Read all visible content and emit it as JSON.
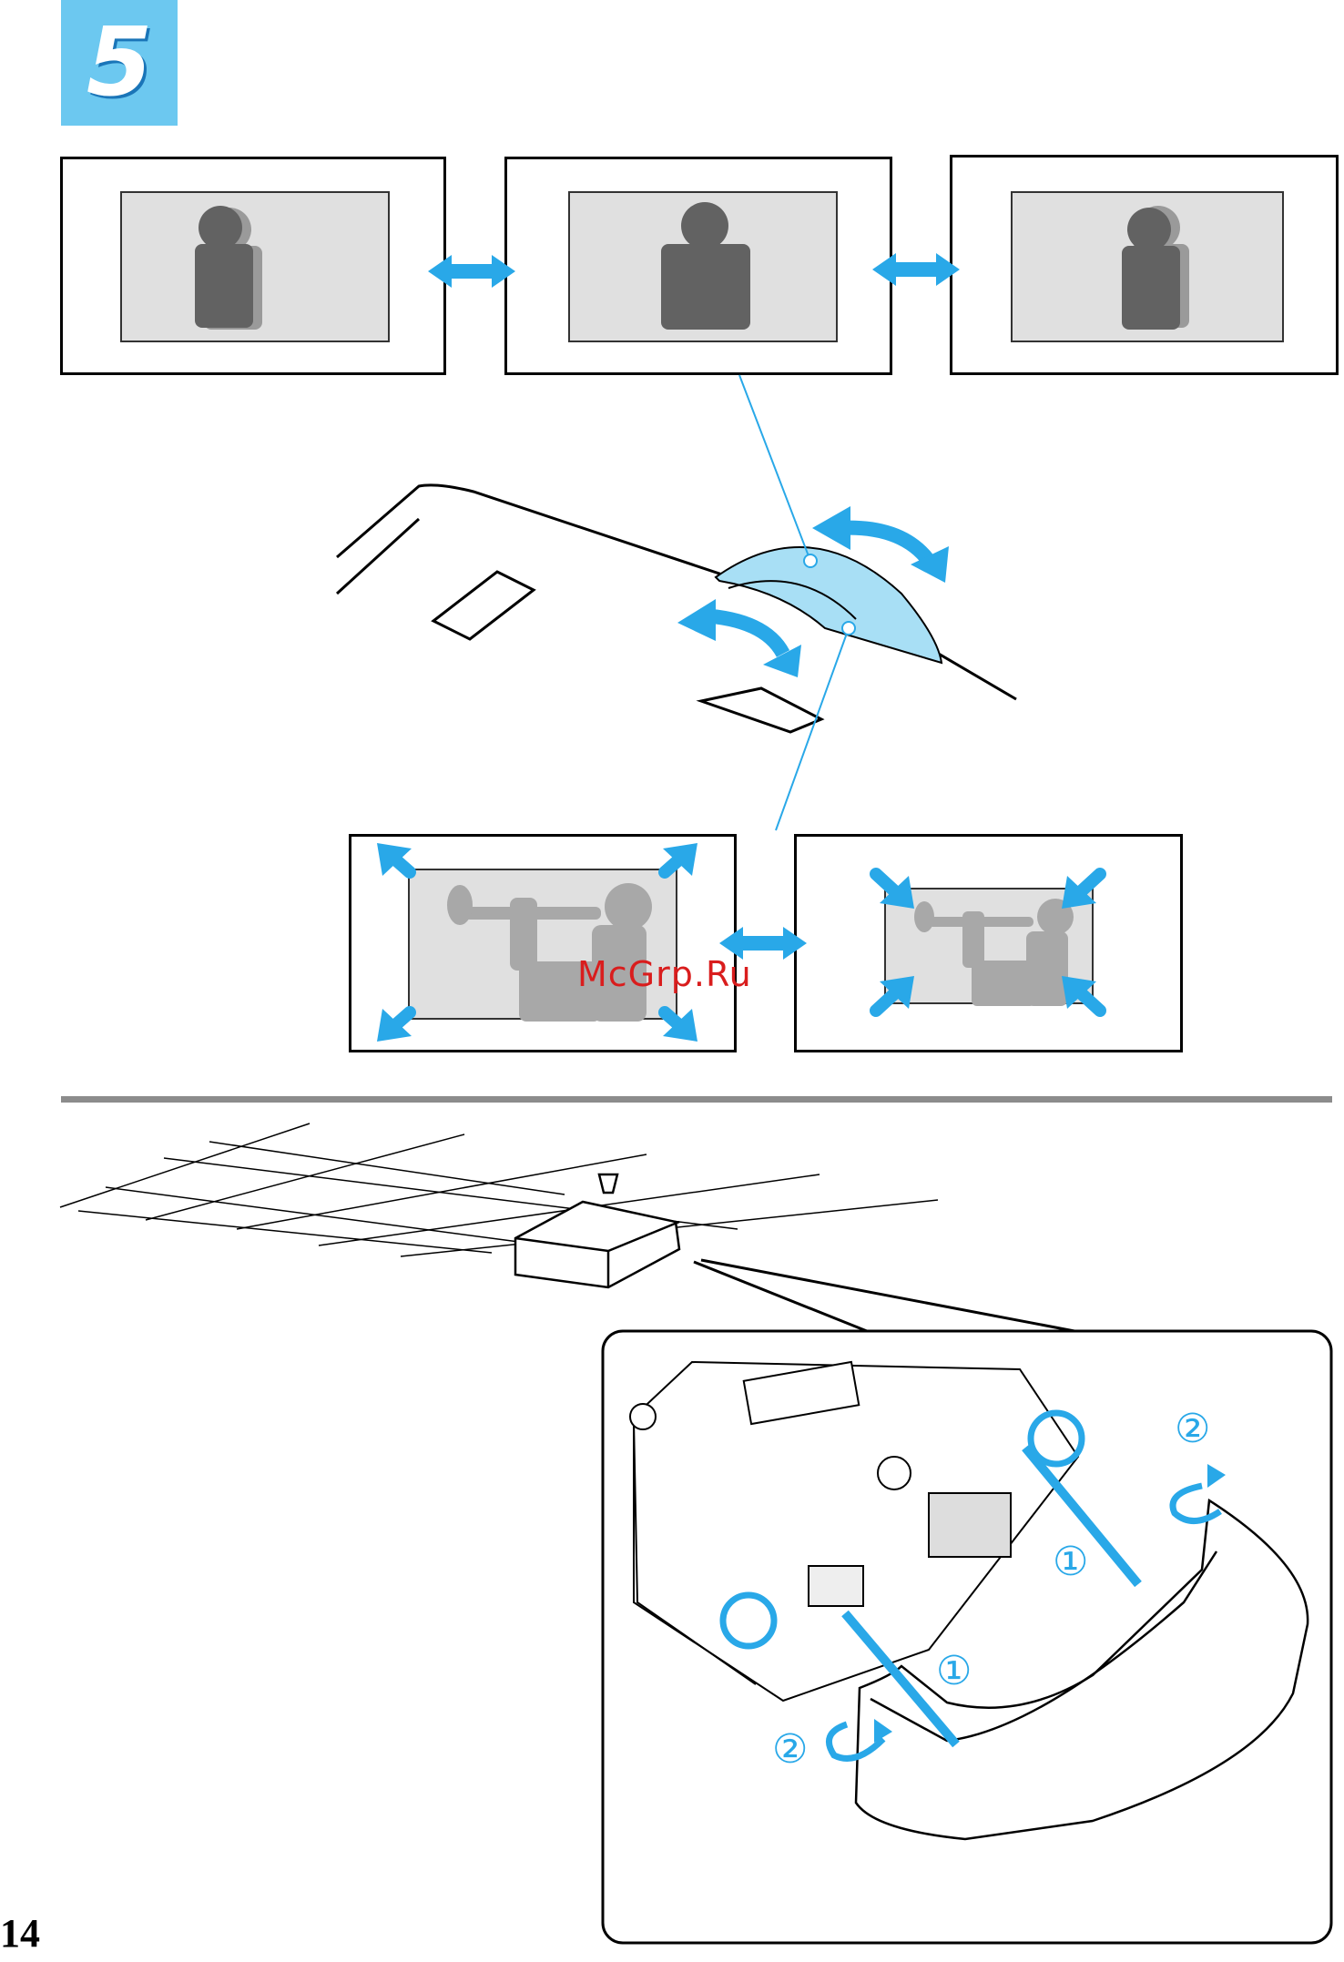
{
  "step": {
    "number": "5",
    "color": "#6cc8f0",
    "shadow": "#1a75b8"
  },
  "page": {
    "number": "14"
  },
  "watermark": {
    "text": "McGrp.Ru",
    "color": "#d91d1d"
  },
  "callouts": [
    {
      "id": "screw-a",
      "step": "①"
    },
    {
      "id": "screw-b",
      "step": "①"
    },
    {
      "id": "rotate-a",
      "step": "②"
    },
    {
      "id": "rotate-b",
      "step": "②"
    }
  ],
  "accent_color": "#29a8e8"
}
